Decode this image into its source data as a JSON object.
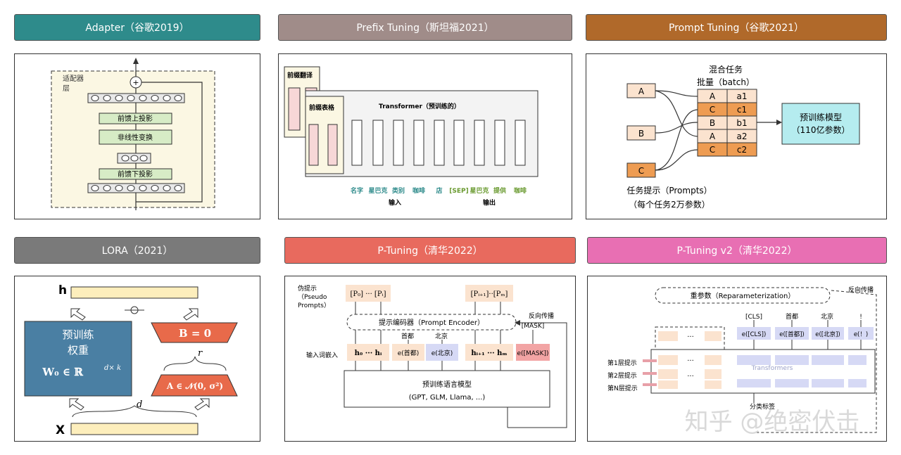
{
  "headers": {
    "adapter": "Adapter（谷歌2019）",
    "prefix": "Prefix Tuning（斯坦福2021）",
    "prompt": "Prompt Tuning（谷歌2021）",
    "lora": "LORA（2021）",
    "ptuning": "P-Tuning（清华2022）",
    "ptuning2": "P-Tuning v2（清华2022）"
  },
  "colors": {
    "adapter": "#2e8b8b",
    "prefix": "#a08c89",
    "prompt": "#b0692a",
    "lora": "#7a7a7a",
    "ptuning": "#e86a5e",
    "ptuning2": "#e86fb3"
  },
  "adapter": {
    "layer_label_1": "适配器",
    "layer_label_2": "层",
    "plus": "+",
    "up_proj": "前馈上投影",
    "nonlinear": "非线性变换",
    "down_proj": "前馈下投影"
  },
  "prefix": {
    "translate": "前缀翻译",
    "table": "前缀表格",
    "transformer": "Transformer（预训练的）",
    "tokens": [
      "名字",
      "星巴克",
      "类别",
      "咖啡",
      "店",
      "[SEP]",
      "星巴克",
      "提供",
      "咖啡"
    ],
    "input_label": "输入",
    "output_label": "输出"
  },
  "prompt": {
    "mixed_1": "混合任务",
    "mixed_2": "批量（batch）",
    "tasks": [
      "A",
      "B",
      "C"
    ],
    "batch": [
      [
        "A",
        "a1"
      ],
      [
        "C",
        "c1"
      ],
      [
        "B",
        "b1"
      ],
      [
        "A",
        "a2"
      ],
      [
        "C",
        "c2"
      ]
    ],
    "model_1": "预训练模型",
    "model_2": "（110亿参数）",
    "prompts_1": "任务提示（Prompts）",
    "prompts_2": "（每个任务2万参数）"
  },
  "lora": {
    "h": "h",
    "x": "X",
    "weights_1": "预训练",
    "weights_2": "权重",
    "w0": "W₀ ∈ ℝ",
    "w0_sup": "d× k",
    "b": "B = 0",
    "a": "A ∈ 𝒩(0, σ²)",
    "r": "r",
    "d": "d"
  },
  "ptuning": {
    "pseudo": [
      "伪提示",
      "（Pseudo",
      "Prompts）"
    ],
    "p_left": "[P₀] ··· [Pᵢ]",
    "p_right": "[Pᵢ₊₁]··[Pₘ]",
    "encoder": "提示编码器（Prompt Encoder）",
    "backprop": "反向传播",
    "capital": "首都",
    "beijing": "北京",
    "mask": "[MASK]",
    "embed_label": "输入词嵌入",
    "h_left": "h₀ ··· hᵢ",
    "e_capital": "e(首都)",
    "e_beijing": "e(北京)",
    "h_right": "hᵢ₊₁ ··· hₘ",
    "e_mask": "e([MASK])",
    "lm_1": "预训练语言模型",
    "lm_2": "(GPT, GLM, Llama, ...)"
  },
  "ptuning2": {
    "reparam": "重参数（Reparameterization）",
    "backprop": "反向传播",
    "tokens": [
      "[CLS]",
      "首都",
      "北京",
      "!"
    ],
    "embeds": [
      "e([CLS])",
      "e([首都])",
      "e([北京])",
      "e(！)"
    ],
    "layer1": "第1层提示",
    "layer2": "第2层提示",
    "layerN": "第N层提示",
    "transformers": "Transformers",
    "cls_head": "分类标签",
    "dots": "···",
    "watermark": "知乎 @绝密伏击"
  }
}
